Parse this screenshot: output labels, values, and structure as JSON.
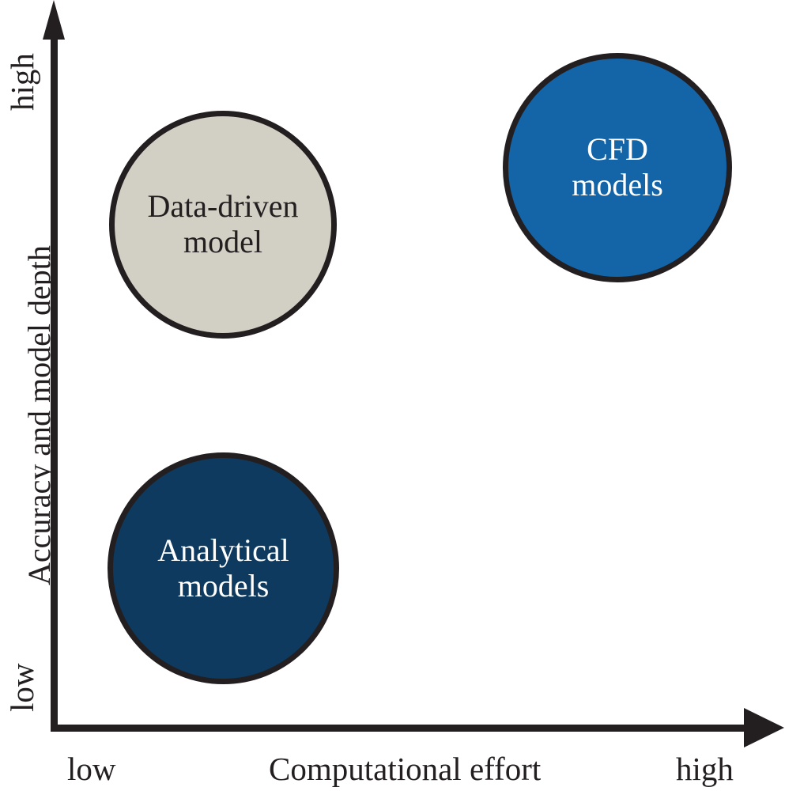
{
  "figure": {
    "type": "bubble-quadrant-diagram",
    "background_color": "#ffffff",
    "stroke_color": "#231f20"
  },
  "axes": {
    "x": {
      "title": "Computational effort",
      "low_label": "low",
      "high_label": "high",
      "arrow": "right-arrow-icon"
    },
    "y": {
      "title": "Accuracy and model depth",
      "low_label": "low",
      "high_label": "high",
      "arrow": "up-arrow-icon"
    }
  },
  "bubbles": [
    {
      "id": "data-driven",
      "label": "Data-driven\nmodel",
      "line1": "Data-driven",
      "line2": "model",
      "fill": "#d2cfc4",
      "text_color": "#231f20",
      "x_position": "low-mid",
      "y_position": "high"
    },
    {
      "id": "cfd",
      "label": "CFD\nmodels",
      "line1": "CFD",
      "line2": "models",
      "fill": "#1464a8",
      "text_color": "#ffffff",
      "x_position": "high",
      "y_position": "high"
    },
    {
      "id": "analytical",
      "label": "Analytical\nmodels",
      "line1": "Analytical",
      "line2": "models",
      "fill": "#0e3a5f",
      "text_color": "#ffffff",
      "x_position": "low-mid",
      "y_position": "low"
    }
  ],
  "chart_data": {
    "type": "scatter",
    "title": "",
    "xlabel": "Computational effort",
    "ylabel": "Accuracy and model depth",
    "xlim": [
      0,
      1
    ],
    "ylim": [
      0,
      1
    ],
    "xtick_labels": [
      "low",
      "high"
    ],
    "ytick_labels": [
      "low",
      "high"
    ],
    "grid": false,
    "legend": "none",
    "points": [
      {
        "name": "Data-driven model",
        "x": 0.24,
        "y": 0.73,
        "size": 0.33,
        "color": "#d2cfc4"
      },
      {
        "name": "CFD models",
        "x": 0.81,
        "y": 0.81,
        "size": 0.33,
        "color": "#1464a8"
      },
      {
        "name": "Analytical models",
        "x": 0.24,
        "y": 0.23,
        "size": 0.34,
        "color": "#0e3a5f"
      }
    ]
  }
}
